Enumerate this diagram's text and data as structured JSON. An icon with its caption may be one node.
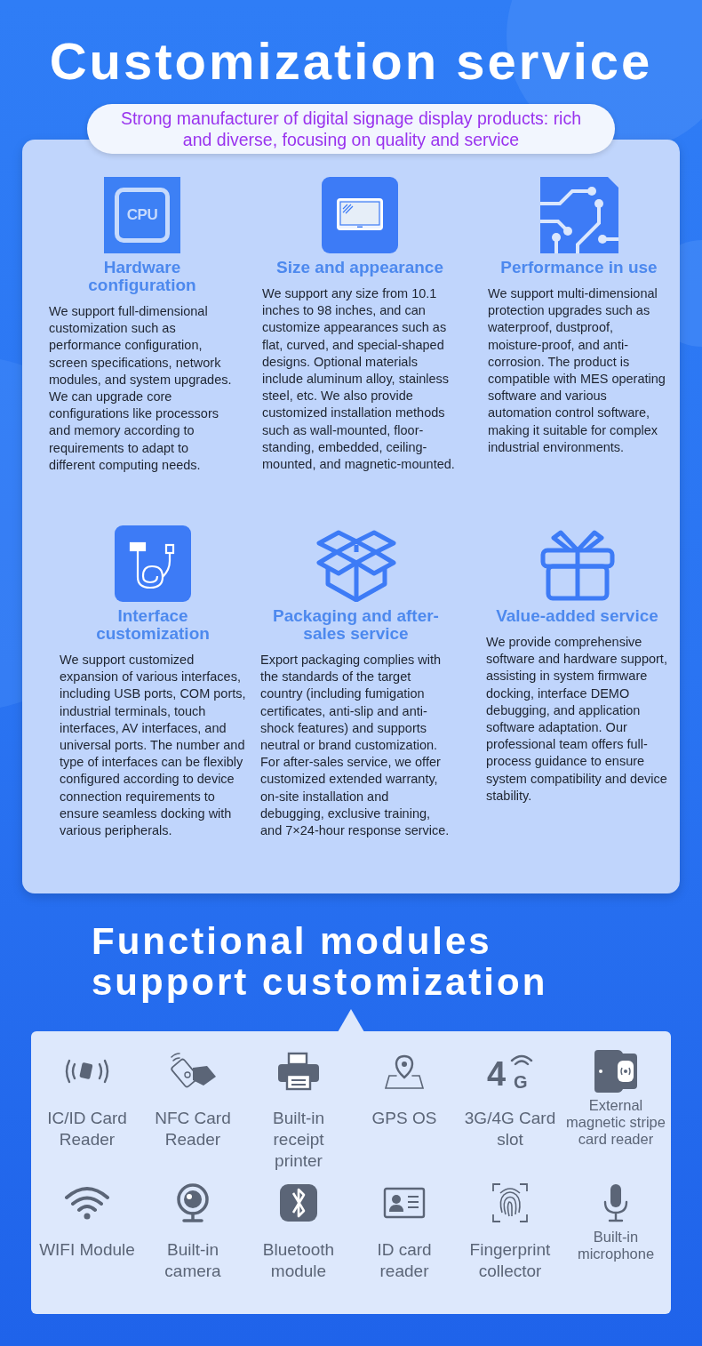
{
  "diagram": {
    "title": "Customization service",
    "nodes": [
      {
        "text": [
          "Strong manufacturer of digital signage display products: rich and diverse, focusing on quality and service"
        ]
      },
      {
        "text": [],
        "shape": "box"
      },
      {
        "text": [
          "Hardware configuration",
          "We support full-dimensional customization such as performance configuration, screen specifications, network modules, and system upgrades. We can upgrade core configurations like processors and memory according to requirements to adapt to different computing needs."
        ],
        "in": 1
      },
      {
        "text": [
          "Size and appearance",
          "We support any size from 10.1 inches to 98 inches, and can customize appearances such as flat, curved, and special-shaped designs. Optional materials include aluminum alloy, stainless steel, etc. We also provide customized installation methods such as wall-mounted, floor-standing, embedded, ceiling-mounted, and magnetic-mounted."
        ],
        "in": 1
      },
      {
        "text": [
          "Performance in use",
          "We support multi-dimensional protection upgrades such as waterproof, dustproof, moisture-proof, and anti-corrosion. The product is compatible with MES operating software and various automation control software, making it suitable for complex industrial environments."
        ],
        "in": 1
      },
      {
        "text": [
          "Interface customization",
          "We support customized expansion of various interfaces, including USB ports, COM ports, industrial terminals, touch interfaces, AV interfaces, and universal ports. The number and type of interfaces can be flexibly configured according to device connection requirements to ensure seamless docking with various peripherals."
        ],
        "in": 1
      },
      {
        "text": [
          "Packaging and after-sales service",
          "Export packaging complies with the standards of the target country (including fumigation certificates, anti-slip and anti-shock features) and supports neutral or brand customization. For after-sales service, we offer customized extended warranty, on-site installation and debugging, exclusive training, and 7×24-hour response service."
        ],
        "in": 1
      },
      {
        "text": [
          "Value-added service",
          "We provide comprehensive software and hardware support, assisting in system firmware docking, interface DEMO debugging, and application software adaptation. Our professional team offers full-process guidance to ensure system compatibility and device stability."
        ],
        "in": 1
      },
      {
        "text": [
          "Functional modules support customization"
        ]
      },
      {
        "text": [
          "IC/ID Card Reader"
        ],
        "in": 8
      },
      {
        "text": [
          "NFC Card Reader"
        ],
        "in": 8
      },
      {
        "text": [
          "Built-in receipt printer"
        ],
        "in": 8
      },
      {
        "text": [
          "GPS OS"
        ],
        "in": 8
      },
      {
        "text": [
          "3G/4G Card slot"
        ],
        "in": 8
      },
      {
        "text": [
          "External magnetic stripe card reader"
        ],
        "in": 8
      },
      {
        "text": [
          "WIFI Module"
        ],
        "in": 8
      },
      {
        "text": [
          "Built-in camera"
        ],
        "in": 8
      },
      {
        "text": [
          "Bluetooth module"
        ],
        "in": 8
      },
      {
        "text": [
          "ID card reader"
        ],
        "in": 8
      },
      {
        "text": [
          "Fingerprint collector"
        ],
        "in": 8
      },
      {
        "text": [
          "Built-in microphone"
        ],
        "in": 8
      }
    ],
    "labels": [
      "CPU",
      "4",
      "G"
    ]
  }
}
